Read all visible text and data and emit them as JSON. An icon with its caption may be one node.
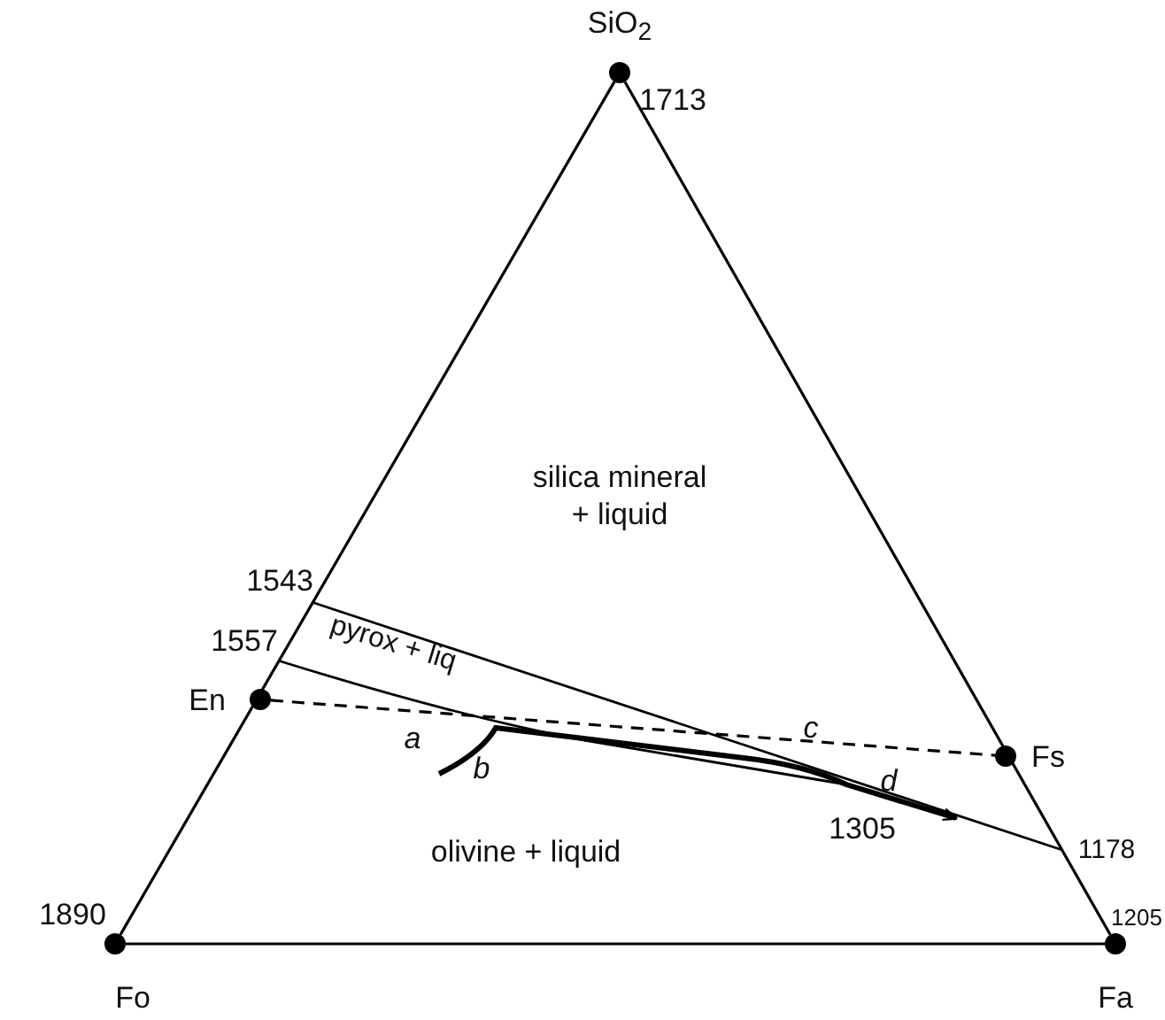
{
  "diagram": {
    "nodes": [
      {
        "text": [
          "SiO$_{2}$"
        ],
        "beside": [
          "1713"
        ]
      },
      {
        "text": [
          "En"
        ]
      },
      {
        "text": [
          "Fs"
        ]
      },
      {
        "text": [
          "Fo"
        ],
        "beside": [
          "1890"
        ]
      },
      {
        "text": [
          "Fa"
        ],
        "beside": [
          "1205"
        ]
      }
    ],
    "edges": [
      {
        "from": 0,
        "to": 3,
        "arrow": "none"
      },
      {
        "from": 3,
        "to": 4,
        "arrow": "none"
      },
      {
        "from": 4,
        "to": 0,
        "arrow": "none"
      },
      {
        "from": 1,
        "to": 2,
        "arrow": "none",
        "style": "dashed"
      }
    ],
    "labels": [
      "silica mineral + liquid",
      "1543",
      "1557",
      "pyrox + liq",
      "c",
      "a",
      "b",
      "d",
      "1305",
      "olivine + liquid",
      "1178"
    ]
  }
}
